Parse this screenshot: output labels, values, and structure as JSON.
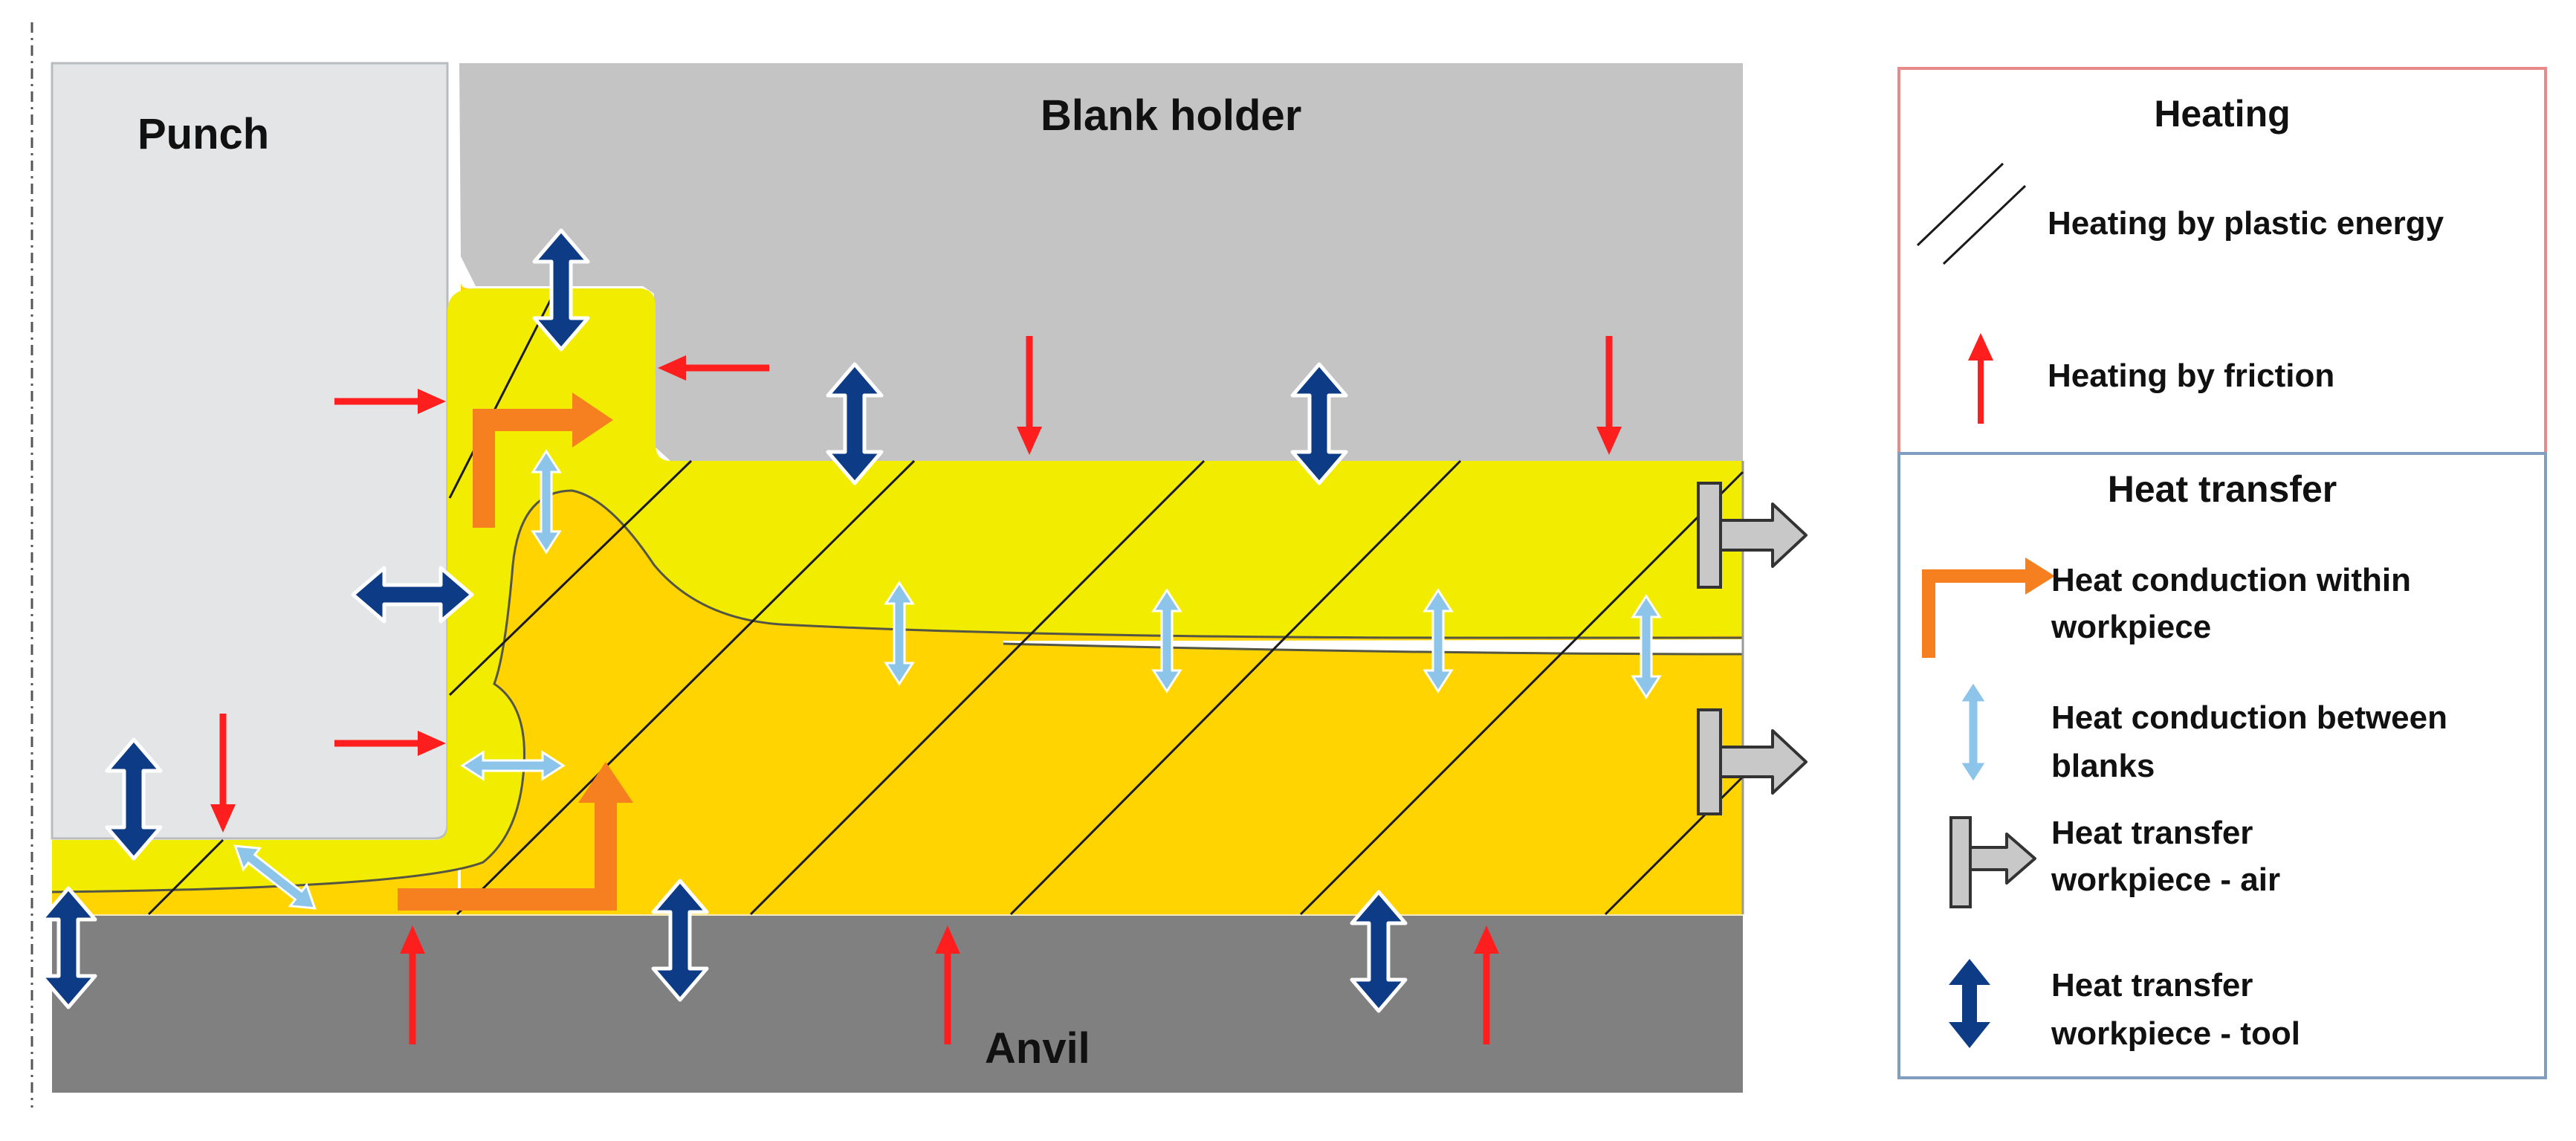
{
  "diagram": {
    "parts": {
      "punch": "Punch",
      "blank_holder": "Blank holder",
      "anvil": "Anvil"
    }
  },
  "legend": {
    "heating": {
      "title": "Heating",
      "items": [
        {
          "icon": "diagonal-lines-icon",
          "label": "Heating by plastic energy"
        },
        {
          "icon": "red-arrow-icon",
          "label": "Heating by friction"
        }
      ]
    },
    "heat_transfer": {
      "title": "Heat transfer",
      "items": [
        {
          "icon": "orange-elbow-arrow-icon",
          "lines": [
            "Heat conduction within",
            "workpiece"
          ]
        },
        {
          "icon": "light-blue-double-arrow-icon",
          "lines": [
            "Heat conduction between",
            "blanks"
          ]
        },
        {
          "icon": "grey-t-arrow-icon",
          "lines": [
            "Heat transfer",
            "workpiece - air"
          ]
        },
        {
          "icon": "dark-blue-double-arrow-icon",
          "lines": [
            "Heat transfer",
            "workpiece - tool"
          ]
        }
      ]
    }
  },
  "colors": {
    "punch": "#e3e5e6",
    "blank_holder": "#c4c4c4",
    "anvil": "#808080",
    "upper_blank": "#f2ec00",
    "lower_blank": "#ffd400",
    "friction_arrow": "#ff1e1e",
    "orange_arrow": "#f6801f",
    "light_blue_arrow": "#8cc4ea",
    "dark_blue_arrow": "#0d3b86",
    "heating_border": "#e88a8a",
    "transfer_border": "#7f9ec2"
  }
}
